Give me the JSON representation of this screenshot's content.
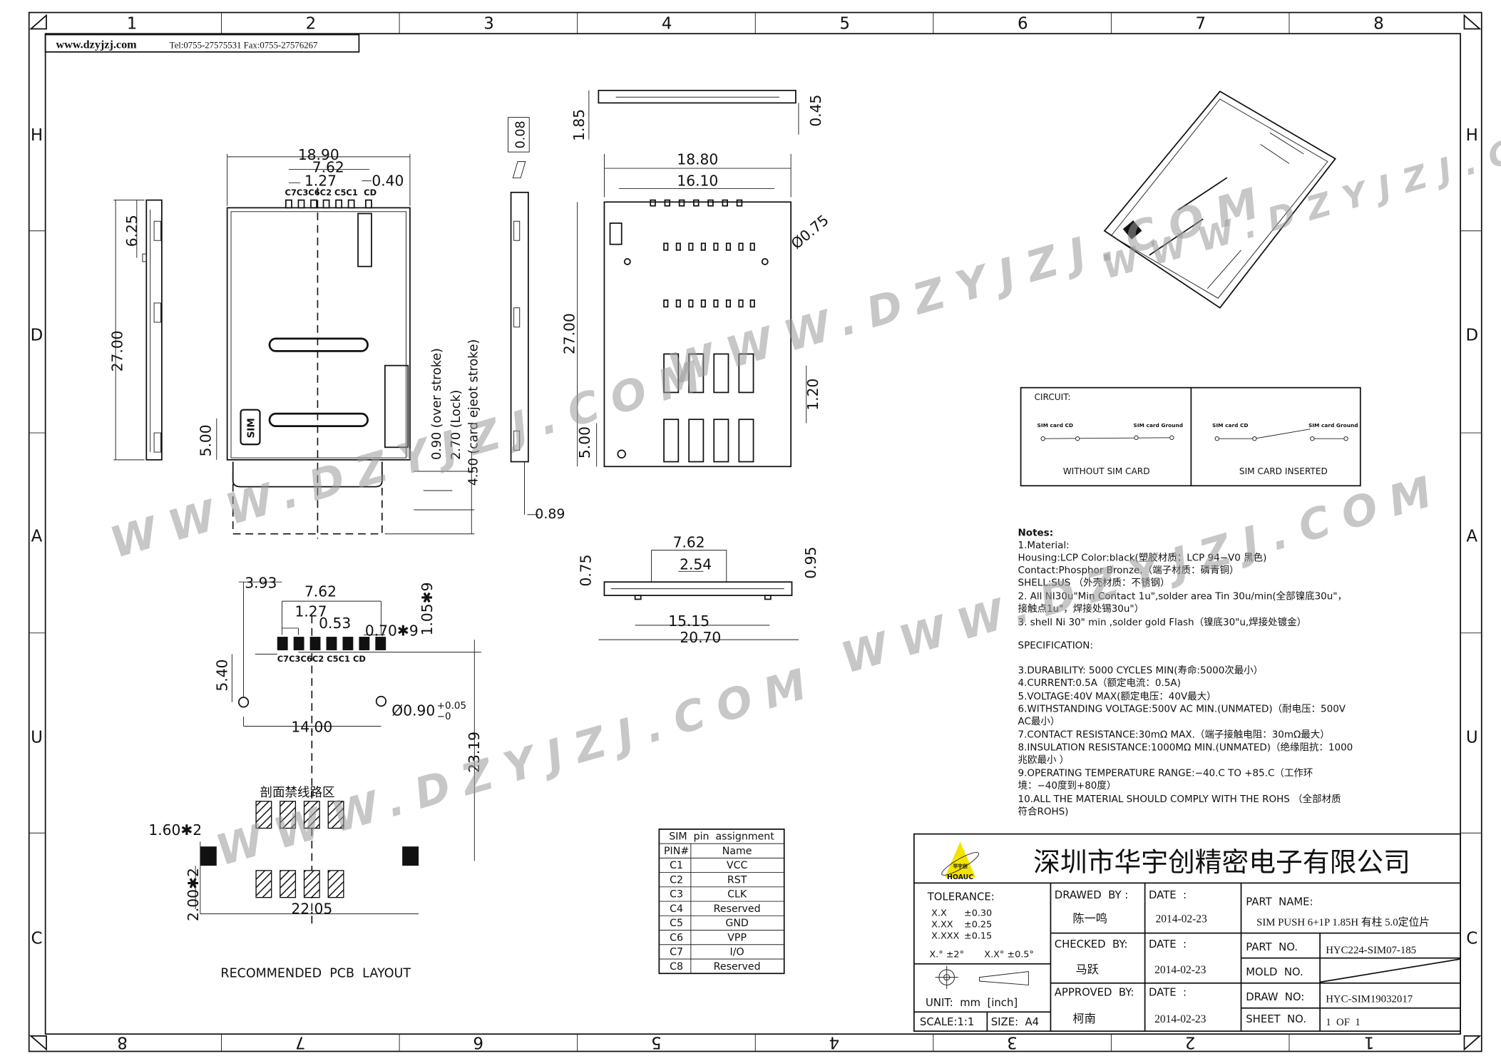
{
  "header": {
    "website": "www.dzyjzj.com",
    "contact": "Tel:0755-27575531  Fax:0755-27576267"
  },
  "frame": {
    "columns_top": [
      "1",
      "2",
      "3",
      "4",
      "5",
      "6",
      "7",
      "8"
    ],
    "columns_bottom": [
      "8",
      "7",
      "6",
      "5",
      "4",
      "3",
      "2",
      "1"
    ],
    "rows": [
      "H",
      "D",
      "A",
      "U",
      "C"
    ]
  },
  "watermark": "WWW.DZYJZJ.COM",
  "top_view": {
    "width": "18.90",
    "pitch_span": "7.62",
    "pitch": "1.27",
    "cd_width": "0.40",
    "pin_labels": "C7C3C6C2 C5C1",
    "cd_label": "CD",
    "sim_mark": "SIM",
    "over_stroke": "0.90 (over stroke)",
    "lock": "2.70 (Lock)",
    "eject": "4.50 (card ejeot stroke)",
    "peg_offset": "5.00"
  },
  "left_side_view": {
    "post_offset": "6.25",
    "length": "27.00"
  },
  "right_side_view": {
    "tolerance": "0.08",
    "gap": "0.89"
  },
  "rear_view": {
    "height": "1.85",
    "shell": "0.45"
  },
  "bottom_view": {
    "width": "18.80",
    "inner": "16.10",
    "hole": "Ø0.75",
    "length": "27.00",
    "pad": "1.20",
    "peg_offset": "5.00"
  },
  "front_view": {
    "pitch_span": "7.62",
    "pitch": "2.54",
    "left_h": "0.75",
    "right_h": "0.95",
    "inner": "15.15",
    "width": "20.70"
  },
  "pcb": {
    "d393": "3.93",
    "d762": "7.62",
    "d127": "1.27",
    "d053": "0.53",
    "pad_w": "0.70✱9",
    "pad_h": "1.05✱9",
    "pin_labels": "C7C3C6C2 C5C1 CD",
    "d540": "5.40",
    "hole": "Ø0.90",
    "hole_tol_plus": "+0.05",
    "hole_tol_minus": "−0",
    "d1400": "14.00",
    "d2319": "23.19",
    "keepout": "剖面禁线路区",
    "peg_w": "1.60✱2",
    "peg_h": "2.00✱2",
    "d2205": "22.05",
    "title": "RECOMMENDED  PCB  LAYOUT"
  },
  "circuit": {
    "title": "CIRCUIT:",
    "cd_label": "SIM card CD",
    "ground_label": "SIM card Ground",
    "left_caption": "WITHOUT SIM CARD",
    "right_caption": "SIM CARD INSERTED"
  },
  "notes": {
    "title": "Notes:",
    "lines": [
      "1.Material:",
      "   Housing:LCP  Color:black(塑胶材质：LCP  94−V0  黑色)",
      "   Contact:Phosphor  Bronze.（端子材质：磷青铜）",
      "   SHELL:SUS  （外壳材质：不锈钢）",
      "2. All NI30u\"Min Contact 1u\",solder area Tin 30u/min(全部镍底30u\"，",
      "接触点1u\"，焊接处锡30u\"）",
      "3. shell Ni 30\" min ,solder gold Flash（镍底30\"u,焊接处镀金）"
    ],
    "spec_title": "SPECIFICATION:",
    "specs": [
      " 3.DURABILITY:  5000  CYCLES  MIN(寿命:5000次最小）",
      " 4.CURRENT:0.5A（额定电流：0.5A)",
      " 5.VOLTAGE:40V  MAX(额定电压：40V最大）",
      " 6.WITHSTANDING  VOLTAGE:500V  AC  MIN.(UNMATED)（耐电压：500V",
      "AC最小）",
      " 7.CONTACT  RESISTANCE:30mΩ  MAX.（端子接触电阻：30mΩ最大）",
      " 8.INSULATION  RESISTANCE:1000MΩ  MIN.(UNMATED)（绝缘阻抗：1000",
      "兆欧最小  ）",
      " 9.OPERATING  TEMPERATURE  RANGE:−40.C  TO  +85.C（工作环",
      "境：−40度到+80度）",
      " 10.ALL  THE  MATERIAL  SHOULD  COMPLY  WITH  THE  ROHS  （全部材质",
      "符合ROHS)"
    ]
  },
  "pin_table": {
    "title": "SIM  pin  assignment",
    "headers": [
      "PIN#",
      "Name"
    ],
    "rows": [
      [
        "C1",
        "VCC"
      ],
      [
        "C2",
        "RST"
      ],
      [
        "C3",
        "CLK"
      ],
      [
        "C4",
        "Reserved"
      ],
      [
        "C5",
        "GND"
      ],
      [
        "C6",
        "VPP"
      ],
      [
        "C7",
        "I/O"
      ],
      [
        "C8",
        "Reserved"
      ]
    ]
  },
  "title_block": {
    "logo_text": "HOAUC",
    "logo_cn": "华宇创",
    "company": "深圳市华宇创精密电子有限公司",
    "tolerance_label": "TOLERANCE:",
    "tolerances": [
      [
        "X.X",
        "±0.30"
      ],
      [
        "X.XX",
        "±0.25"
      ],
      [
        "X.XXX",
        "±0.15"
      ]
    ],
    "angle_tol": [
      "X.° ±2°",
      "X.X° ±0.5°"
    ],
    "unit": "UNIT:  mm  [inch]",
    "scale": "SCALE:1:1",
    "size": "SIZE:  A4",
    "drawn_by_label": "DRAWED  BY :",
    "drawn_by": "陈一鸣",
    "checked_by_label": "CHECKED  BY:",
    "checked_by": "马跃",
    "approved_by_label": "APPROVED  BY:",
    "approved_by": "柯南",
    "date_label": "DATE  :",
    "dates": [
      "2014-02-23",
      "2014-02-23",
      "2014-02-23"
    ],
    "part_name_label": "PART  NAME:",
    "part_name": "SIM PUSH 6+1P 1.85H 有柱 5.0定位片",
    "part_no_label": "PART  NO.",
    "part_no": "HYC224-SIM07-185",
    "mold_no_label": "MOLD  NO.",
    "draw_no_label": "DRAW  NO:",
    "draw_no": "HYC-SIM19032017",
    "sheet_no_label": "SHEET  NO.",
    "sheet_no": "1  OF  1"
  },
  "colors": {
    "logo_yellow": "#f5e400",
    "line": "#111111",
    "watermark": "#9a9a9a"
  }
}
